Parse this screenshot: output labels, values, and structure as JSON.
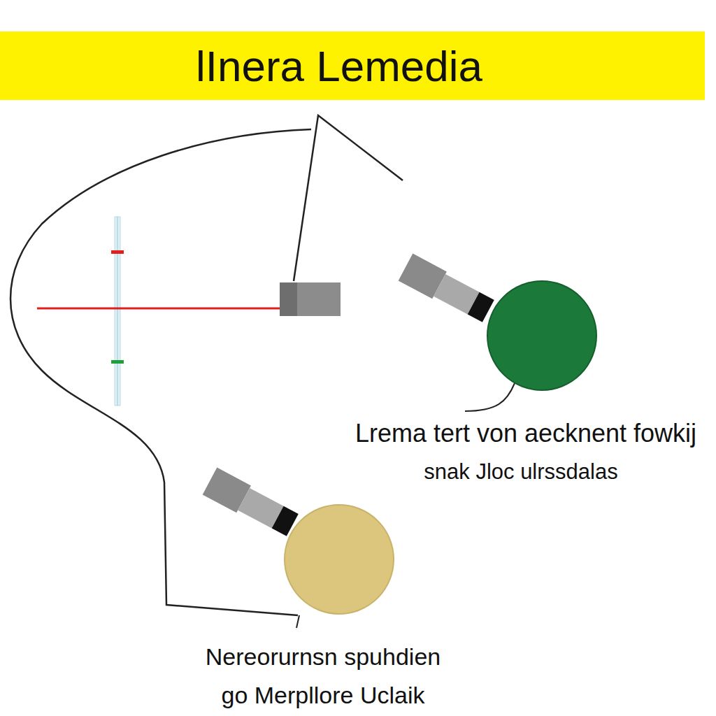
{
  "diagram": {
    "title": "lInera Lemedia",
    "labels": [
      "Lrema tert von aecknent fowkij",
      "snak Jloc ulrssdalas",
      "Nereorurnsn spuhdien",
      "go Merpllore Uclaik"
    ]
  }
}
